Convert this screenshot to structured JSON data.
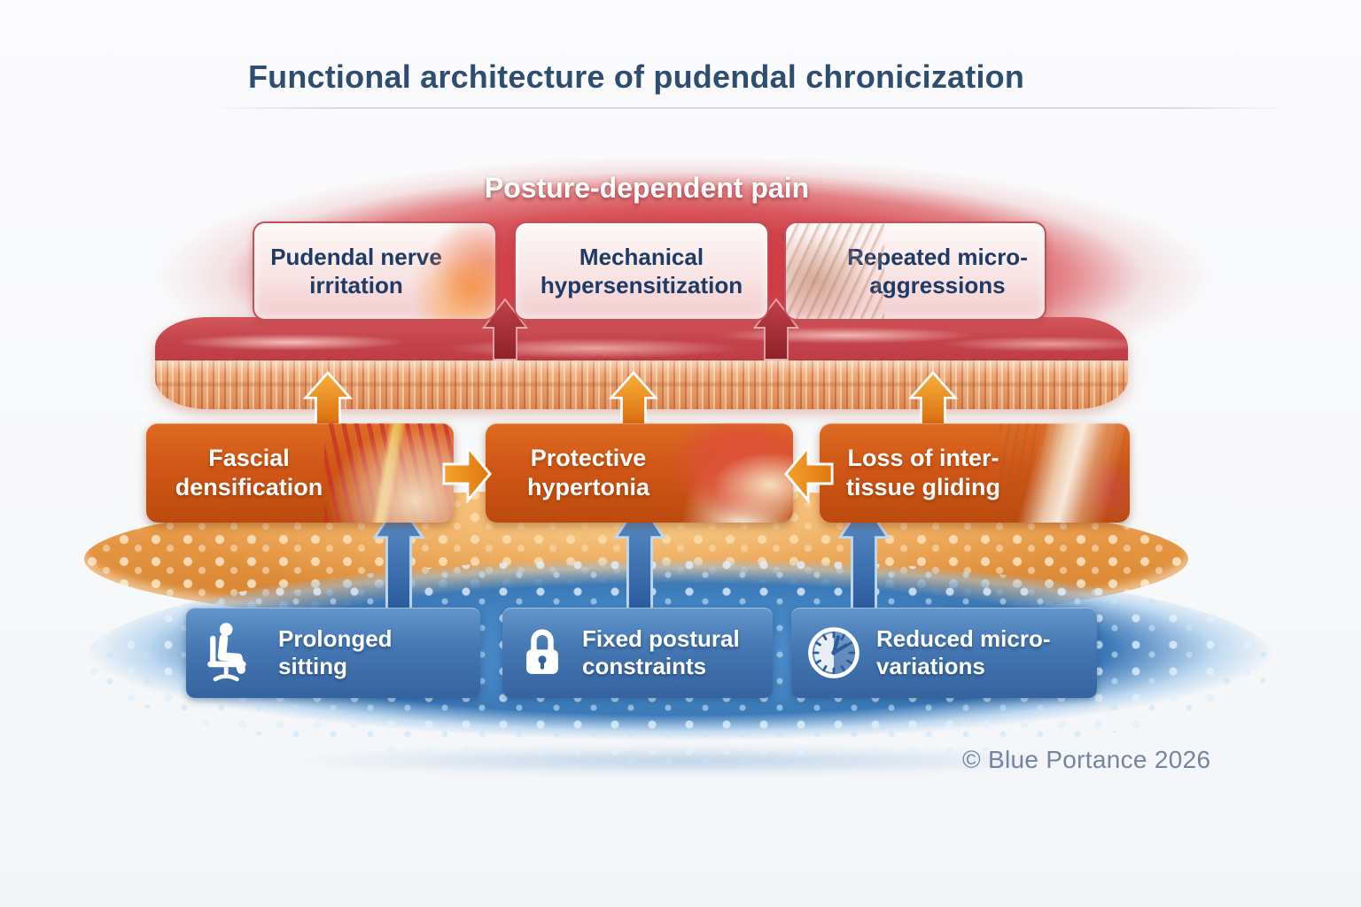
{
  "title": "Functional architecture of pudendal chronicization",
  "copyright": "© Blue Portance 2026",
  "palette": {
    "title_navy": "#2e4d71",
    "pain_red": "#cf3a43",
    "box_label_navy": "#1e3a66",
    "mechanism_orange": "#cf5616",
    "cause_blue": "#4678b3",
    "arrow_dark_red": "#9e2730",
    "arrow_orange": "#e07818",
    "arrow_blue": "#2f64a8",
    "copyright_gray": "#75859f"
  },
  "layers": {
    "pain": {
      "banner_label": "Posture-dependent pain",
      "boxes": [
        {
          "label": "Pudendal nerve irritation",
          "art": "nerve-flare-illustration"
        },
        {
          "label": "Mechanical hypersensitization"
        },
        {
          "label": "Repeated micro-aggressions",
          "art": "micro-lesion-illustration"
        }
      ]
    },
    "mechanisms": {
      "boxes": [
        {
          "label": "Fascial densification",
          "art": "fascia-fibers-illustration"
        },
        {
          "label": "Protective hypertonia",
          "art": "muscle-bundle-illustration"
        },
        {
          "label": "Loss of inter-tissue gliding",
          "art": "tissue-layers-illustration"
        }
      ]
    },
    "causes": {
      "boxes": [
        {
          "label": "Prolonged sitting",
          "icon": "seated-person-icon"
        },
        {
          "label": "Fixed postural constraints",
          "icon": "padlock-icon"
        },
        {
          "label": "Reduced micro-variations",
          "icon": "clock-icon"
        }
      ]
    }
  }
}
